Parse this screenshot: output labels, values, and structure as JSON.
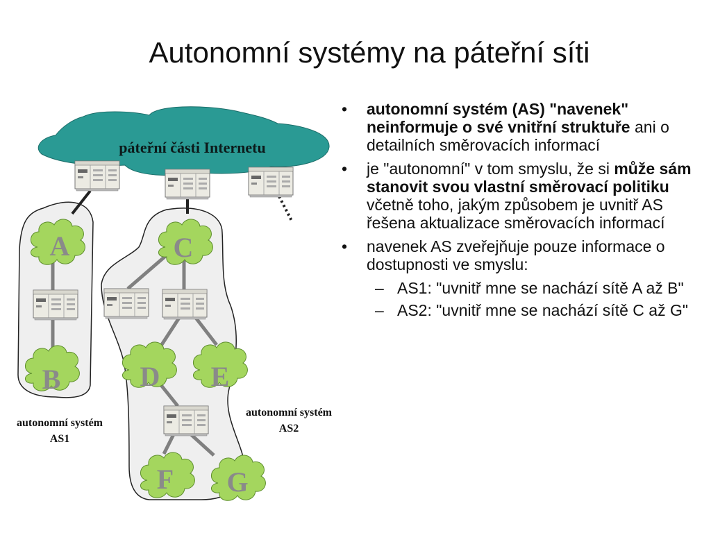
{
  "title": "Autonomní systémy na páteřní síti",
  "diagram": {
    "backbone_label": "páteřní části Internetu",
    "as1_label": [
      "autonomní systém",
      "AS1"
    ],
    "as2_label": [
      "autonomní systém",
      "AS2"
    ],
    "networks": [
      "A",
      "B",
      "C",
      "D",
      "E",
      "F",
      "G"
    ],
    "colors": {
      "backbone_cloud": "#2a9a94",
      "network_cloud": "#a4d65e",
      "network_letter": "#8a8a8a",
      "as_region": "#efefef"
    }
  },
  "bullets": [
    {
      "bold": "autonomní systém (AS) \"navenek\" neinformuje o své vnitřní struktuře",
      "rest": " ani o detailních směrovacích informací"
    },
    {
      "pre": "je \"autonomní\" v tom smyslu, že si ",
      "bold": "může sám stanovit svou vlastní směrovací politiku",
      "rest": " včetně toho, jakým způsobem je uvnitř AS řešena aktualizace směrovacích informací"
    },
    {
      "text": "navenek AS zveřejňuje pouze informace o dostupnosti ve smyslu:",
      "subs": [
        "AS1: \"uvnitř mne se nachází sítě A až B\"",
        "AS2: \"uvnitř mne se nachází sítě C až G\""
      ]
    }
  ]
}
